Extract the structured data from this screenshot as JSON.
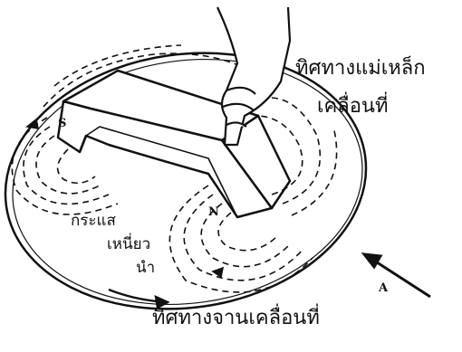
{
  "labels": {
    "magnet_motion_line1": "ทิศทางแม่เหล็ก",
    "magnet_motion_line2": "เคลื่อนที่",
    "eddy_current_line1": "กระแส",
    "eddy_current_line2": "เหนี่ยว",
    "eddy_current_line3": "นำ",
    "disc_motion": "ทิศทางจานเคลื่อนที่",
    "pole_south": "S",
    "pole_north": "N",
    "axis_a": "A"
  },
  "colors": {
    "ink": "#111111",
    "paper": "#ffffff"
  }
}
